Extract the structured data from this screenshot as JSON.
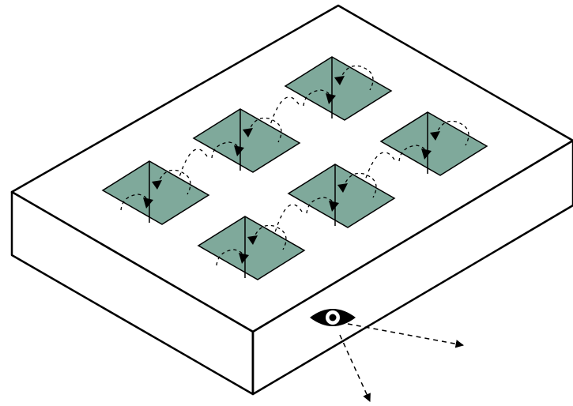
{
  "colors": {
    "background": "#ffffff",
    "outline": "#000000",
    "tile_fill": "#7fa99b",
    "eye": "#000000"
  },
  "icons": {
    "viewer": "eye-icon"
  },
  "diagram": {
    "object": "box",
    "tile_count": 6,
    "tile_grid": {
      "rows": 2,
      "columns": 3
    },
    "tile_feature": "vertical-fold-with-dashed-curved-arrows",
    "viewpoint_arrows": 2
  }
}
